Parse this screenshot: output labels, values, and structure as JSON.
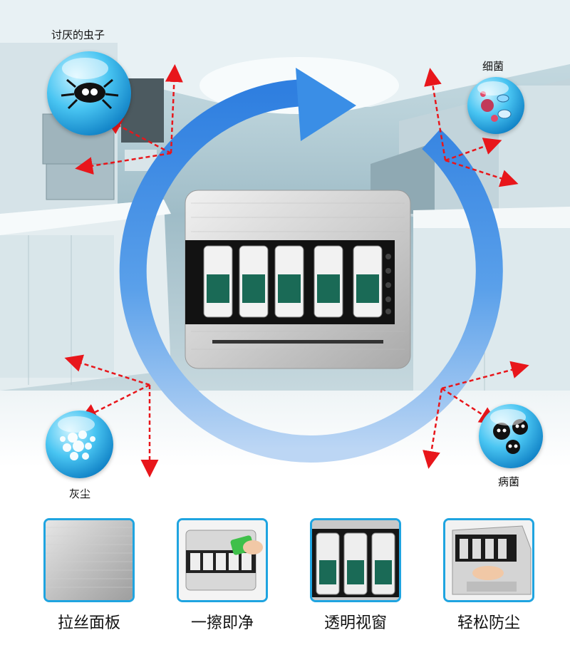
{
  "callouts": {
    "top_left": "讨厌的虫子",
    "top_right": "细菌",
    "bottom_left": "灰尘",
    "bottom_right": "病菌"
  },
  "features": [
    {
      "label": "拉丝面板"
    },
    {
      "label": "一擦即净"
    },
    {
      "label": "透明视窗"
    },
    {
      "label": "轻松防尘"
    }
  ],
  "colors": {
    "accent_blue": "#1fa4e0",
    "arrow_red": "#e8161b",
    "ring_blue": "#3f8fe0"
  }
}
